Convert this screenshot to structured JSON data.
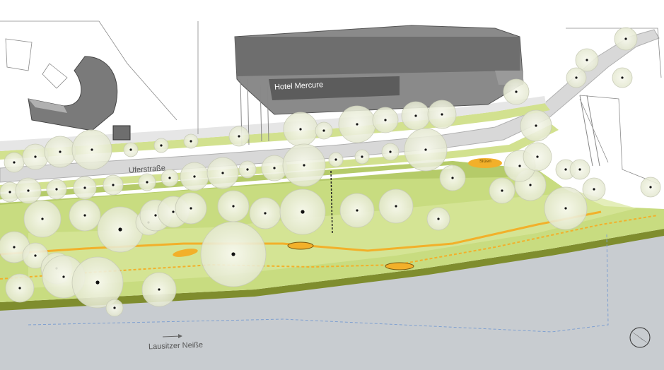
{
  "labels": {
    "hotel": "Hotel Mercure",
    "street": "Uferstraße",
    "river": "Lausitzer Neiße",
    "sitzen": "Sitzen"
  },
  "colors": {
    "river": "#c8ccd0",
    "building": "#6e6e6e",
    "meadow": "#c8dc80",
    "meadow_light": "#d9e79c",
    "embankment": "#7f8d2e",
    "path": "#f2b02a",
    "road": "#d8d8d8",
    "tree": "#ecefde"
  },
  "icons": {
    "north_arrow": "compass-needle-icon",
    "flow_arrow": "arrow-right-icon"
  }
}
